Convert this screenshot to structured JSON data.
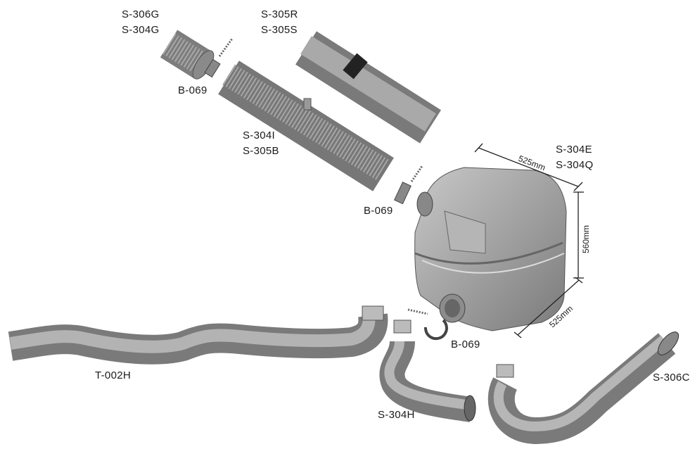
{
  "labels": {
    "exhaust_hose_top_a": "S-306G",
    "exhaust_hose_top_b": "S-304G",
    "hose_r": "S-305R",
    "hose_s": "S-305S",
    "clamp_1": "B-069",
    "long_hose_a": "S-304I",
    "long_hose_b": "S-305B",
    "clamp_2": "B-069",
    "tank_a": "S-304E",
    "tank_b": "S-304Q",
    "clamp_3": "B-069",
    "tailpipe_t": "T-002H",
    "elbow_h": "S-304H",
    "elbow_c": "S-306C"
  },
  "dimensions": {
    "width": "525mm",
    "height": "560mm",
    "depth": "525mm"
  },
  "colors": {
    "part_gray": "#9a9a9a",
    "part_dark": "#6e6e6e",
    "strap": "#222222",
    "text": "#1a1a1a"
  }
}
